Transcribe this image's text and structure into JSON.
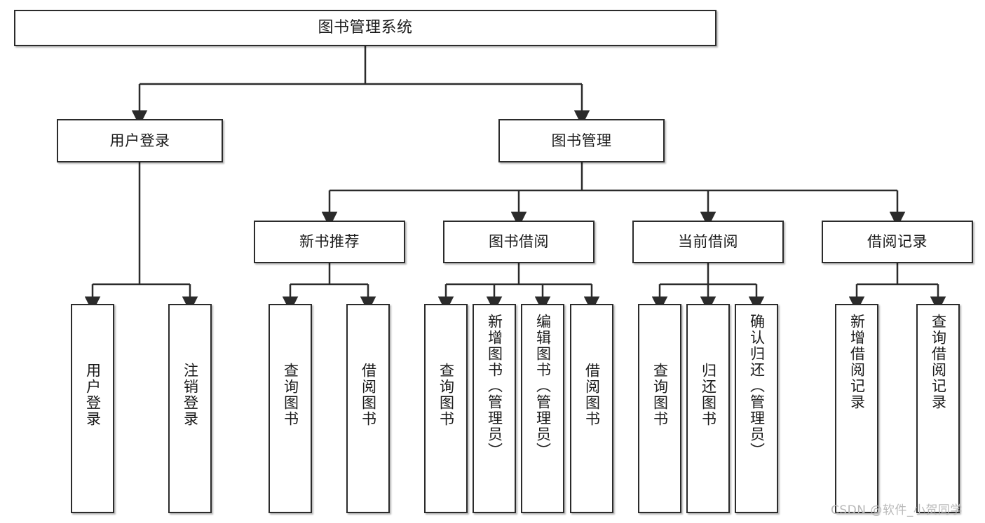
{
  "diagram": {
    "type": "tree-hierarchy-chart",
    "title": "图书管理系统",
    "colors": {
      "box_border": "#2b2b2b",
      "box_fill": "#ffffff",
      "connector": "#2b2b2b",
      "text": "#1a1a1a",
      "watermark": "#b9b9b9",
      "background": "#ffffff"
    },
    "root": {
      "label": "图书管理系统"
    },
    "level1": [
      {
        "label": "用户登录"
      },
      {
        "label": "图书管理"
      }
    ],
    "level2": [
      {
        "label": "新书推荐"
      },
      {
        "label": "图书借阅"
      },
      {
        "label": "当前借阅"
      },
      {
        "label": "借阅记录"
      }
    ],
    "leaves": {
      "user_login": [
        {
          "label": "用户登录"
        },
        {
          "label": "注销登录"
        }
      ],
      "new_book_recommend": [
        {
          "label": "查询图书"
        },
        {
          "label": "借阅图书"
        }
      ],
      "book_borrow": [
        {
          "label": "查询图书"
        },
        {
          "label": "新增图书（管理员）"
        },
        {
          "label": "编辑图书（管理员）"
        },
        {
          "label": "借阅图书"
        }
      ],
      "current_borrow": [
        {
          "label": "查询图书"
        },
        {
          "label": "归还图书"
        },
        {
          "label": "确认归还（管理员）"
        }
      ],
      "borrow_record": [
        {
          "label": "新增借阅记录"
        },
        {
          "label": "查询借阅记录"
        }
      ]
    }
  },
  "watermark": {
    "text": "CSDN @软件_小贺同学"
  }
}
